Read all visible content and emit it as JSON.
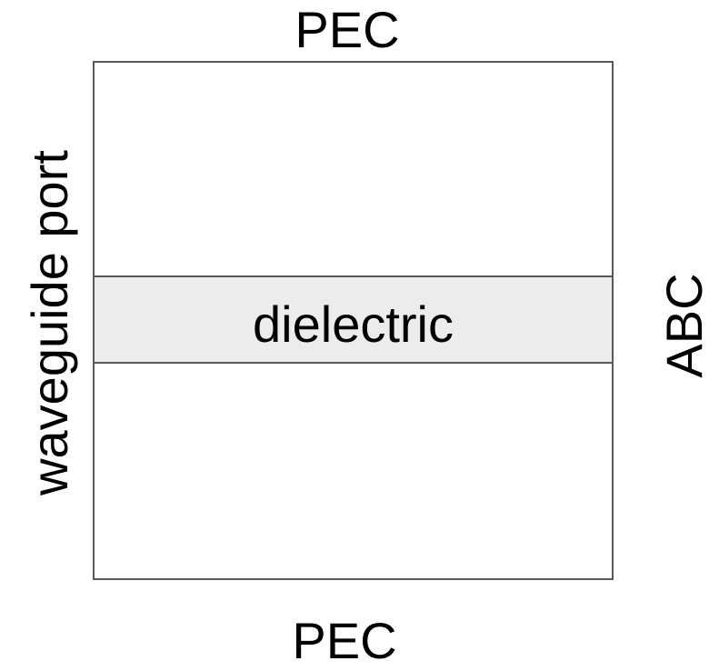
{
  "diagram": {
    "boundaries": {
      "top": "PEC",
      "bottom": "PEC",
      "left": "waveguide port",
      "right": "ABC"
    },
    "regions": {
      "dielectric": "dielectric"
    },
    "colors": {
      "outline": "#595959",
      "dielectric_fill": "#ececec",
      "text": "#000000",
      "background": "#ffffff"
    }
  }
}
